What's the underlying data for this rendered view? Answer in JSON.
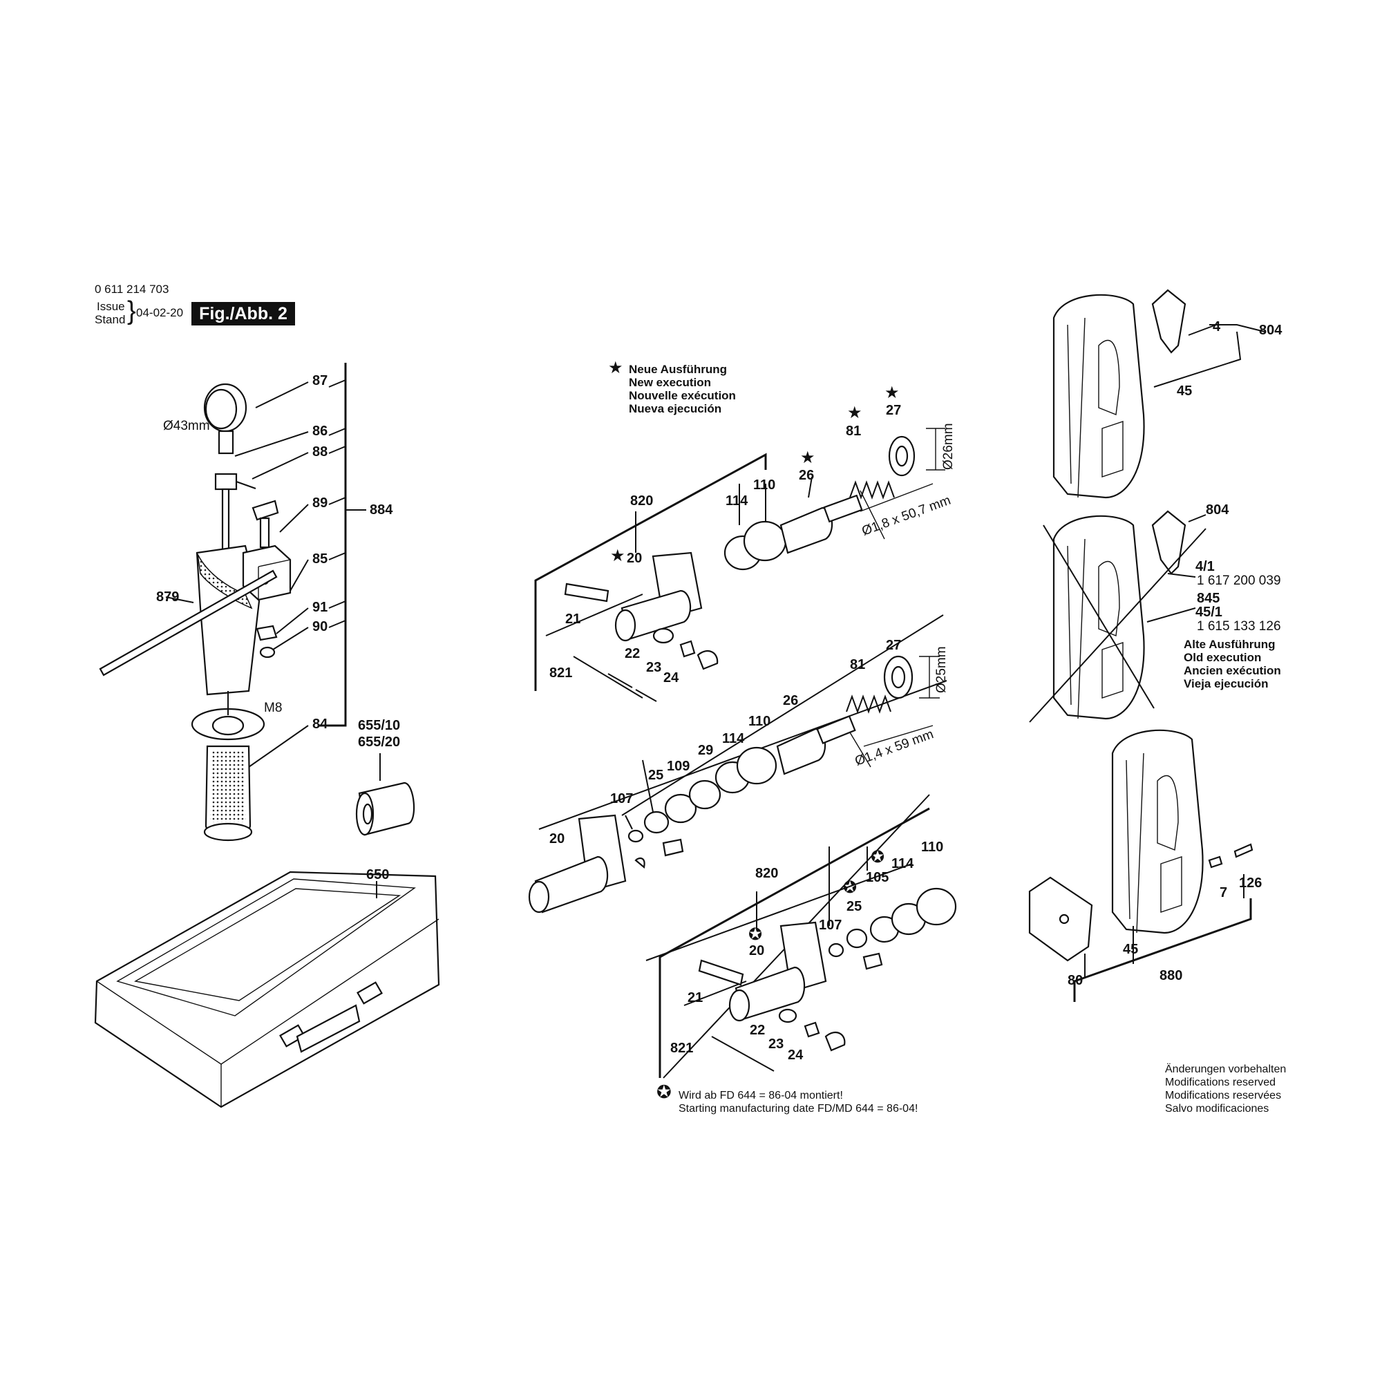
{
  "header": {
    "part_number": "0 611 214 703",
    "issue_label": "Issue",
    "stand_label": "Stand",
    "date": "04-02-20",
    "figure": "Fig./Abb. 2"
  },
  "notes": {
    "new_execution": [
      "Neue Ausführung",
      "New execution",
      "Nouvelle exécution",
      "Nueva ejecución"
    ],
    "old_execution": [
      "Alte Ausführung",
      "Old execution",
      "Ancien exécution",
      "Vieja ejecución"
    ],
    "footnote": [
      "Wird ab FD 644 = 86-04 montiert!",
      "Starting manufacturing date FD/MD 644 = 86-04!"
    ],
    "modifications": [
      "Änderungen vorbehalten",
      "Modifications reserved",
      "Modifications reservées",
      "Salvo modificaciones"
    ]
  },
  "symbols": {
    "star": "★",
    "circled_star": "✪"
  },
  "part_refs": {
    "p87": "87",
    "p86": "86",
    "p88": "88",
    "p89": "89",
    "p884": "884",
    "p85": "85",
    "p879": "879",
    "p91": "91",
    "p90": "90",
    "pM8": "M8",
    "p84": "84",
    "p655_10": "655/10",
    "p655_20": "655/20",
    "p650": "650",
    "d43": "Ø43mm",
    "a820": "820",
    "a114": "114",
    "a110": "110",
    "a26": "26",
    "a81": "81",
    "a27": "27",
    "a20": "20",
    "a21": "21",
    "a22": "22",
    "a23": "23",
    "a24": "24",
    "a821": "821",
    "ad26": "Ø26mm",
    "aspring": "Ø1,8 x 50,7 mm",
    "b27": "27",
    "b81": "81",
    "b26": "26",
    "b110": "110",
    "b114": "114",
    "b29": "29",
    "b109": "109",
    "b25": "25",
    "b107": "107",
    "b20": "20",
    "bd25": "Ø25mm",
    "bspring": "Ø1,4 x 59 mm",
    "c820": "820",
    "c25": "25",
    "c105": "105",
    "c114": "114",
    "c110": "110",
    "c107": "107",
    "c20": "20",
    "c21": "21",
    "c22": "22",
    "c23": "23",
    "c24": "24",
    "c821": "821",
    "r4": "4",
    "r804a": "804",
    "r45a": "45",
    "r804b": "804",
    "r4_1": "4/1",
    "r4_1num": "1 617 200 039",
    "r845": "845",
    "r45_1": "45/1",
    "r45_1num": "1 615 133 126",
    "r7": "7",
    "r126": "126",
    "r80": "80",
    "r45b": "45",
    "r880": "880"
  }
}
